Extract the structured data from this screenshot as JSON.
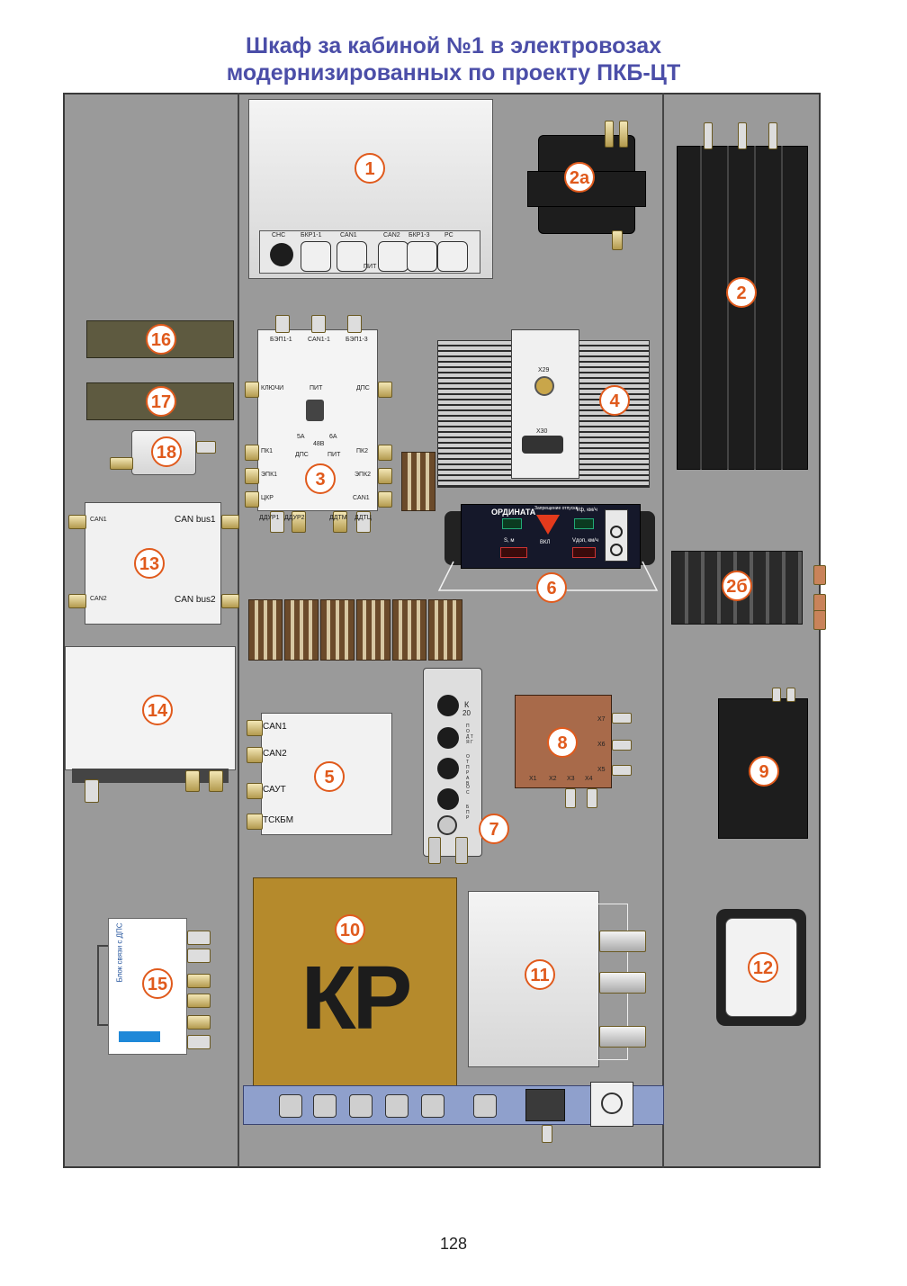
{
  "title": {
    "line1": "Шкаф за кабиной №1 в электровозах",
    "line2": "модернизированных по проекту ПКБ-ЦТ"
  },
  "page_number": "128",
  "colors": {
    "title": "#4b4ea8",
    "badge": "#e05a1c",
    "panel": "#9a9a9a"
  },
  "numbers": {
    "n1": "1",
    "n2a": "2а",
    "n2": "2",
    "n16": "16",
    "n17": "17",
    "n18": "18",
    "n3": "3",
    "n4": "4",
    "n6": "6",
    "n2b": "2б",
    "n13": "13",
    "n14": "14",
    "n5": "5",
    "n7": "7",
    "n8": "8",
    "n9": "9",
    "n10": "10",
    "n11": "11",
    "n12": "12",
    "n15": "15"
  },
  "unit1": {
    "labels": [
      "СНС",
      "БКР1-1",
      "CAN1",
      "CAN2",
      "БКР1-3",
      "PC"
    ],
    "pit": "ПИТ"
  },
  "unit3": {
    "top": [
      "БЭП1-1",
      "CAN1-1",
      "БЭП1-3"
    ],
    "left": [
      "КЛЮЧИ",
      "ПК1",
      "ЭПК1",
      "ЦКР"
    ],
    "right": [
      "ДПС",
      "ПК2",
      "ЭПК2",
      "CAN1"
    ],
    "bottom": [
      "ДДУР1",
      "ДДУР2",
      "ДДТМ",
      "ДДТЦ"
    ],
    "pit": "ПИТ",
    "a5": "5А",
    "v48": "48В",
    "a6": "6А",
    "dps": "ДПС",
    "pit2": "ПИТ"
  },
  "unit4": {
    "x29": "X29",
    "x30": "X30"
  },
  "unit6": {
    "brand": "ОРДИНАТА",
    "forbid": "Запрещение отпуска",
    "vkl": "ВКЛ",
    "vf": "Vф, км/ч",
    "s": "S, м",
    "vdop": "Vдоп, км/ч"
  },
  "unit13": {
    "can1": "CAN1",
    "bus1": "CAN bus1",
    "can2": "CAN2",
    "bus2": "CAN bus2"
  },
  "unit5": [
    "CAN1",
    "CAN2",
    "САУТ",
    "ТСКБМ"
  ],
  "unit7": {
    "k": "К",
    "k20": "20",
    "podt": "П О Д Т Я Г",
    "otpr": "О Т П Р А В",
    "oc": "О С",
    "bpr": "Б П Р"
  },
  "unit8": [
    "X7",
    "X6",
    "X5",
    "X1",
    "X2",
    "X3",
    "X4"
  ],
  "unit10": {
    "kp": "КР"
  },
  "unit15": {
    "text": "Блок связи с ДПС"
  }
}
